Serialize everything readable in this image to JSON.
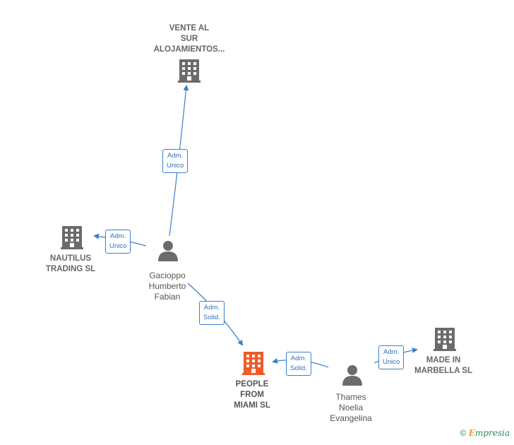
{
  "nodes": {
    "vente": {
      "label": "VENTE AL\nSUR\nALOJAMIENTOS..."
    },
    "nautilus": {
      "label": "NAUTILUS\nTRADING SL"
    },
    "gacioppo": {
      "label": "Gacioppo\nHumberto\nFabian"
    },
    "people": {
      "label": "PEOPLE\nFROM\nMIAMI  SL"
    },
    "thames": {
      "label": "Thames\nNoelia\nEvangelina"
    },
    "made": {
      "label": "MADE IN\nMARBELLA  SL"
    }
  },
  "edges": {
    "gacioppo_vente": "Adm.\nUnico",
    "gacioppo_nautilus": "Adm.\nUnico",
    "gacioppo_people": "Adm.\nSolid.",
    "thames_people": "Adm.\nSolid.",
    "thames_made": "Adm.\nUnico"
  },
  "colors": {
    "company_icon": "#6b6b6b",
    "focus_icon": "#f05a28",
    "edge": "#3b7ed1",
    "person_icon": "#6b6b6b"
  },
  "footer": {
    "copyright": "©",
    "brand_initial": "E",
    "brand_rest": "mpresia"
  }
}
